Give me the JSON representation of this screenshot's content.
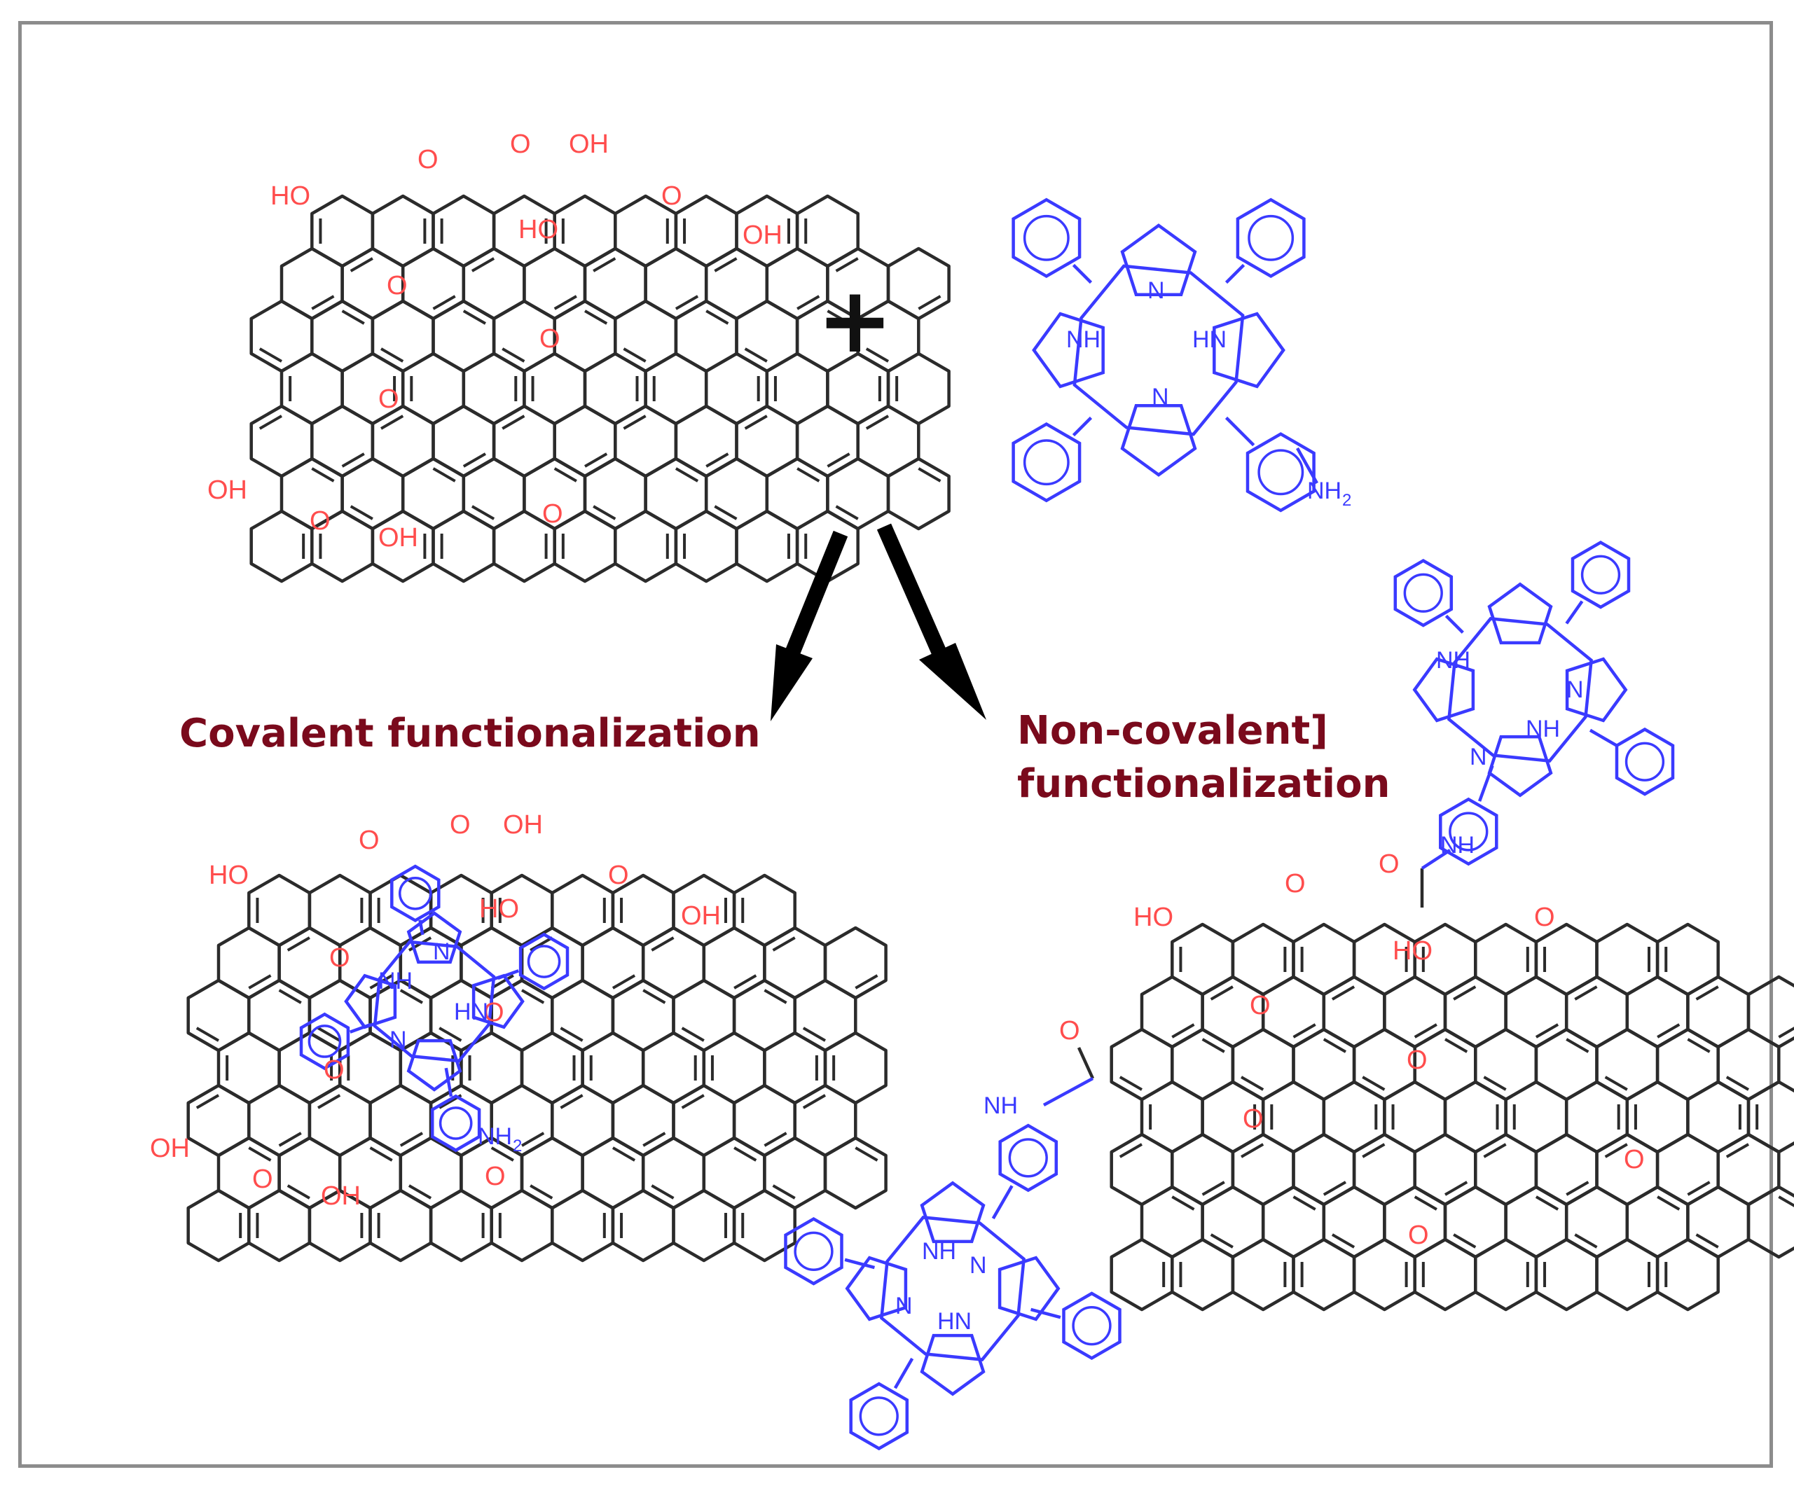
{
  "reactants": {
    "plus_sign": "+",
    "graphene_oxide_labels": {
      "hydroxyl_top_left": "HO",
      "ketone_top": "O",
      "carboxyl_top": "O",
      "carboxyl_top_oh": "OH",
      "ketone_top_right": "O",
      "hydroxyl_inner": "HO",
      "hydroxyl_right": "OH",
      "epoxide_1": "O",
      "epoxide_2": "O",
      "epoxide_3": "O",
      "hydroxyl_bottom_left": "OH",
      "carboxyl_bottom": "O",
      "carboxyl_bottom_oh": "OH",
      "ketone_bottom": "O"
    },
    "porphyrin_labels": {
      "n_top": "N",
      "nh_left": "NH",
      "hn_right": "HN",
      "n_bottom": "N",
      "amine": "NH",
      "amine_sub": "2"
    }
  },
  "products": {
    "covalent_caption": "Covalent functionalization",
    "noncovalent_caption": "Non-covalent]\nfunctionalization",
    "covalent_labels": {
      "ho_left": "HO",
      "o_top": "O",
      "carboxyl_o": "O",
      "carboxyl_oh": "OH",
      "o_right": "O",
      "ho_inner": "HO",
      "oh_right": "OH",
      "epoxide_a": "O",
      "epoxide_b": "O",
      "epoxide_c": "O",
      "oh_bottom_left": "OH",
      "carboxyl_bottom_o": "O",
      "carboxyl_bottom_oh": "OH",
      "amide_o": "O",
      "nh": "NH",
      "n1": "N",
      "hn": "HN",
      "n2": "N",
      "nh2": "NH",
      "nh2_sub": "2"
    },
    "noncovalent_labels": {
      "ho_left": "HO",
      "o_top": "O",
      "amide_o_top": "O",
      "nh_top": "NH",
      "o_right": "O",
      "ho_inner": "HO",
      "epoxide_a": "O",
      "epoxide_b": "O",
      "epoxide_c": "O",
      "o_edge": "O",
      "o_bottom": "O",
      "amide_o_left": "O",
      "nh_left": "NH",
      "p1_nh": "NH",
      "p1_n1": "N",
      "p1_hn": "NH",
      "p1_n2": "N",
      "p2_nh": "NH",
      "p2_n1": "N",
      "p2_n2": "N",
      "p2_hn": "HN"
    }
  },
  "colors": {
    "heteroatom": "#ff4d4d",
    "porphyrin": "#3a3aff",
    "bonds": "#2b2b2b",
    "caption": "#7a0a1c",
    "frame": "#8c8c8c"
  }
}
